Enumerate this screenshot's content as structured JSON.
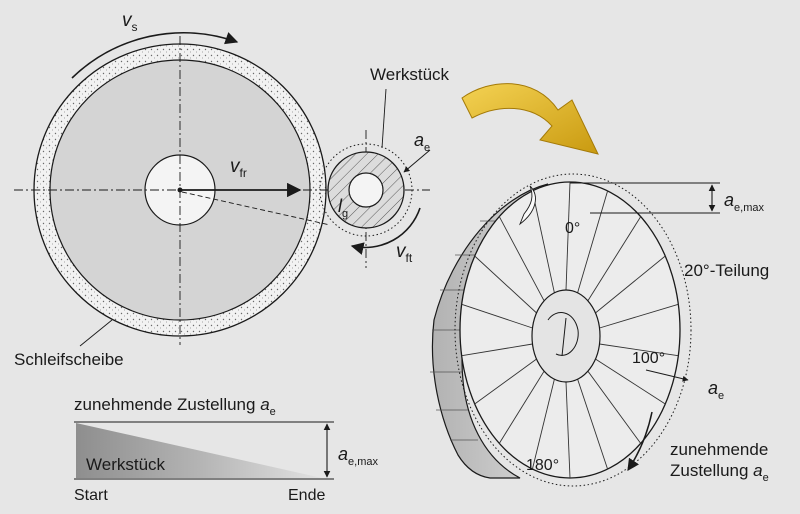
{
  "labels": {
    "vs": "v",
    "vs_sub": "s",
    "vfr": "v",
    "vfr_sub": "fr",
    "vft": "v",
    "vft_sub": "ft",
    "lg": "l",
    "lg_sub": "g",
    "ae": "a",
    "ae_sub": "e",
    "ae_max": "a",
    "ae_max_sub": "e,max",
    "werkstueck_top": "Werkstück",
    "schleifscheibe": "Schleifscheibe",
    "zunehmende_zustellung_prefix": "zunehmende Zustellung ",
    "werkstueck_wedge": "Werkstück",
    "wedge_ae_max": "a",
    "wedge_ae_max_sub": "e,max",
    "start": "Start",
    "ende": "Ende",
    "deg0": "0°",
    "teilung": "20°-Teilung",
    "deg100": "100°",
    "ae_right": "a",
    "ae_right_sub": "e",
    "deg180": "180°",
    "zunehmende": "zunehmende",
    "zustellung_prefix": "Zustellung ",
    "zustellung_ae": "a",
    "zustellung_ae_sub": "e"
  },
  "colors": {
    "background": "#e6e6e6",
    "wheel_face": "#d4d4d4",
    "wheel_ring": "#f2f2f2",
    "line": "#1a1a1a",
    "arrow_yellow": "#e2b81c",
    "disc_face": "#ececec",
    "disc_side": "#c6c6c6"
  },
  "icons": {
    "transfer_arrow": "curved-arrow-icon"
  }
}
